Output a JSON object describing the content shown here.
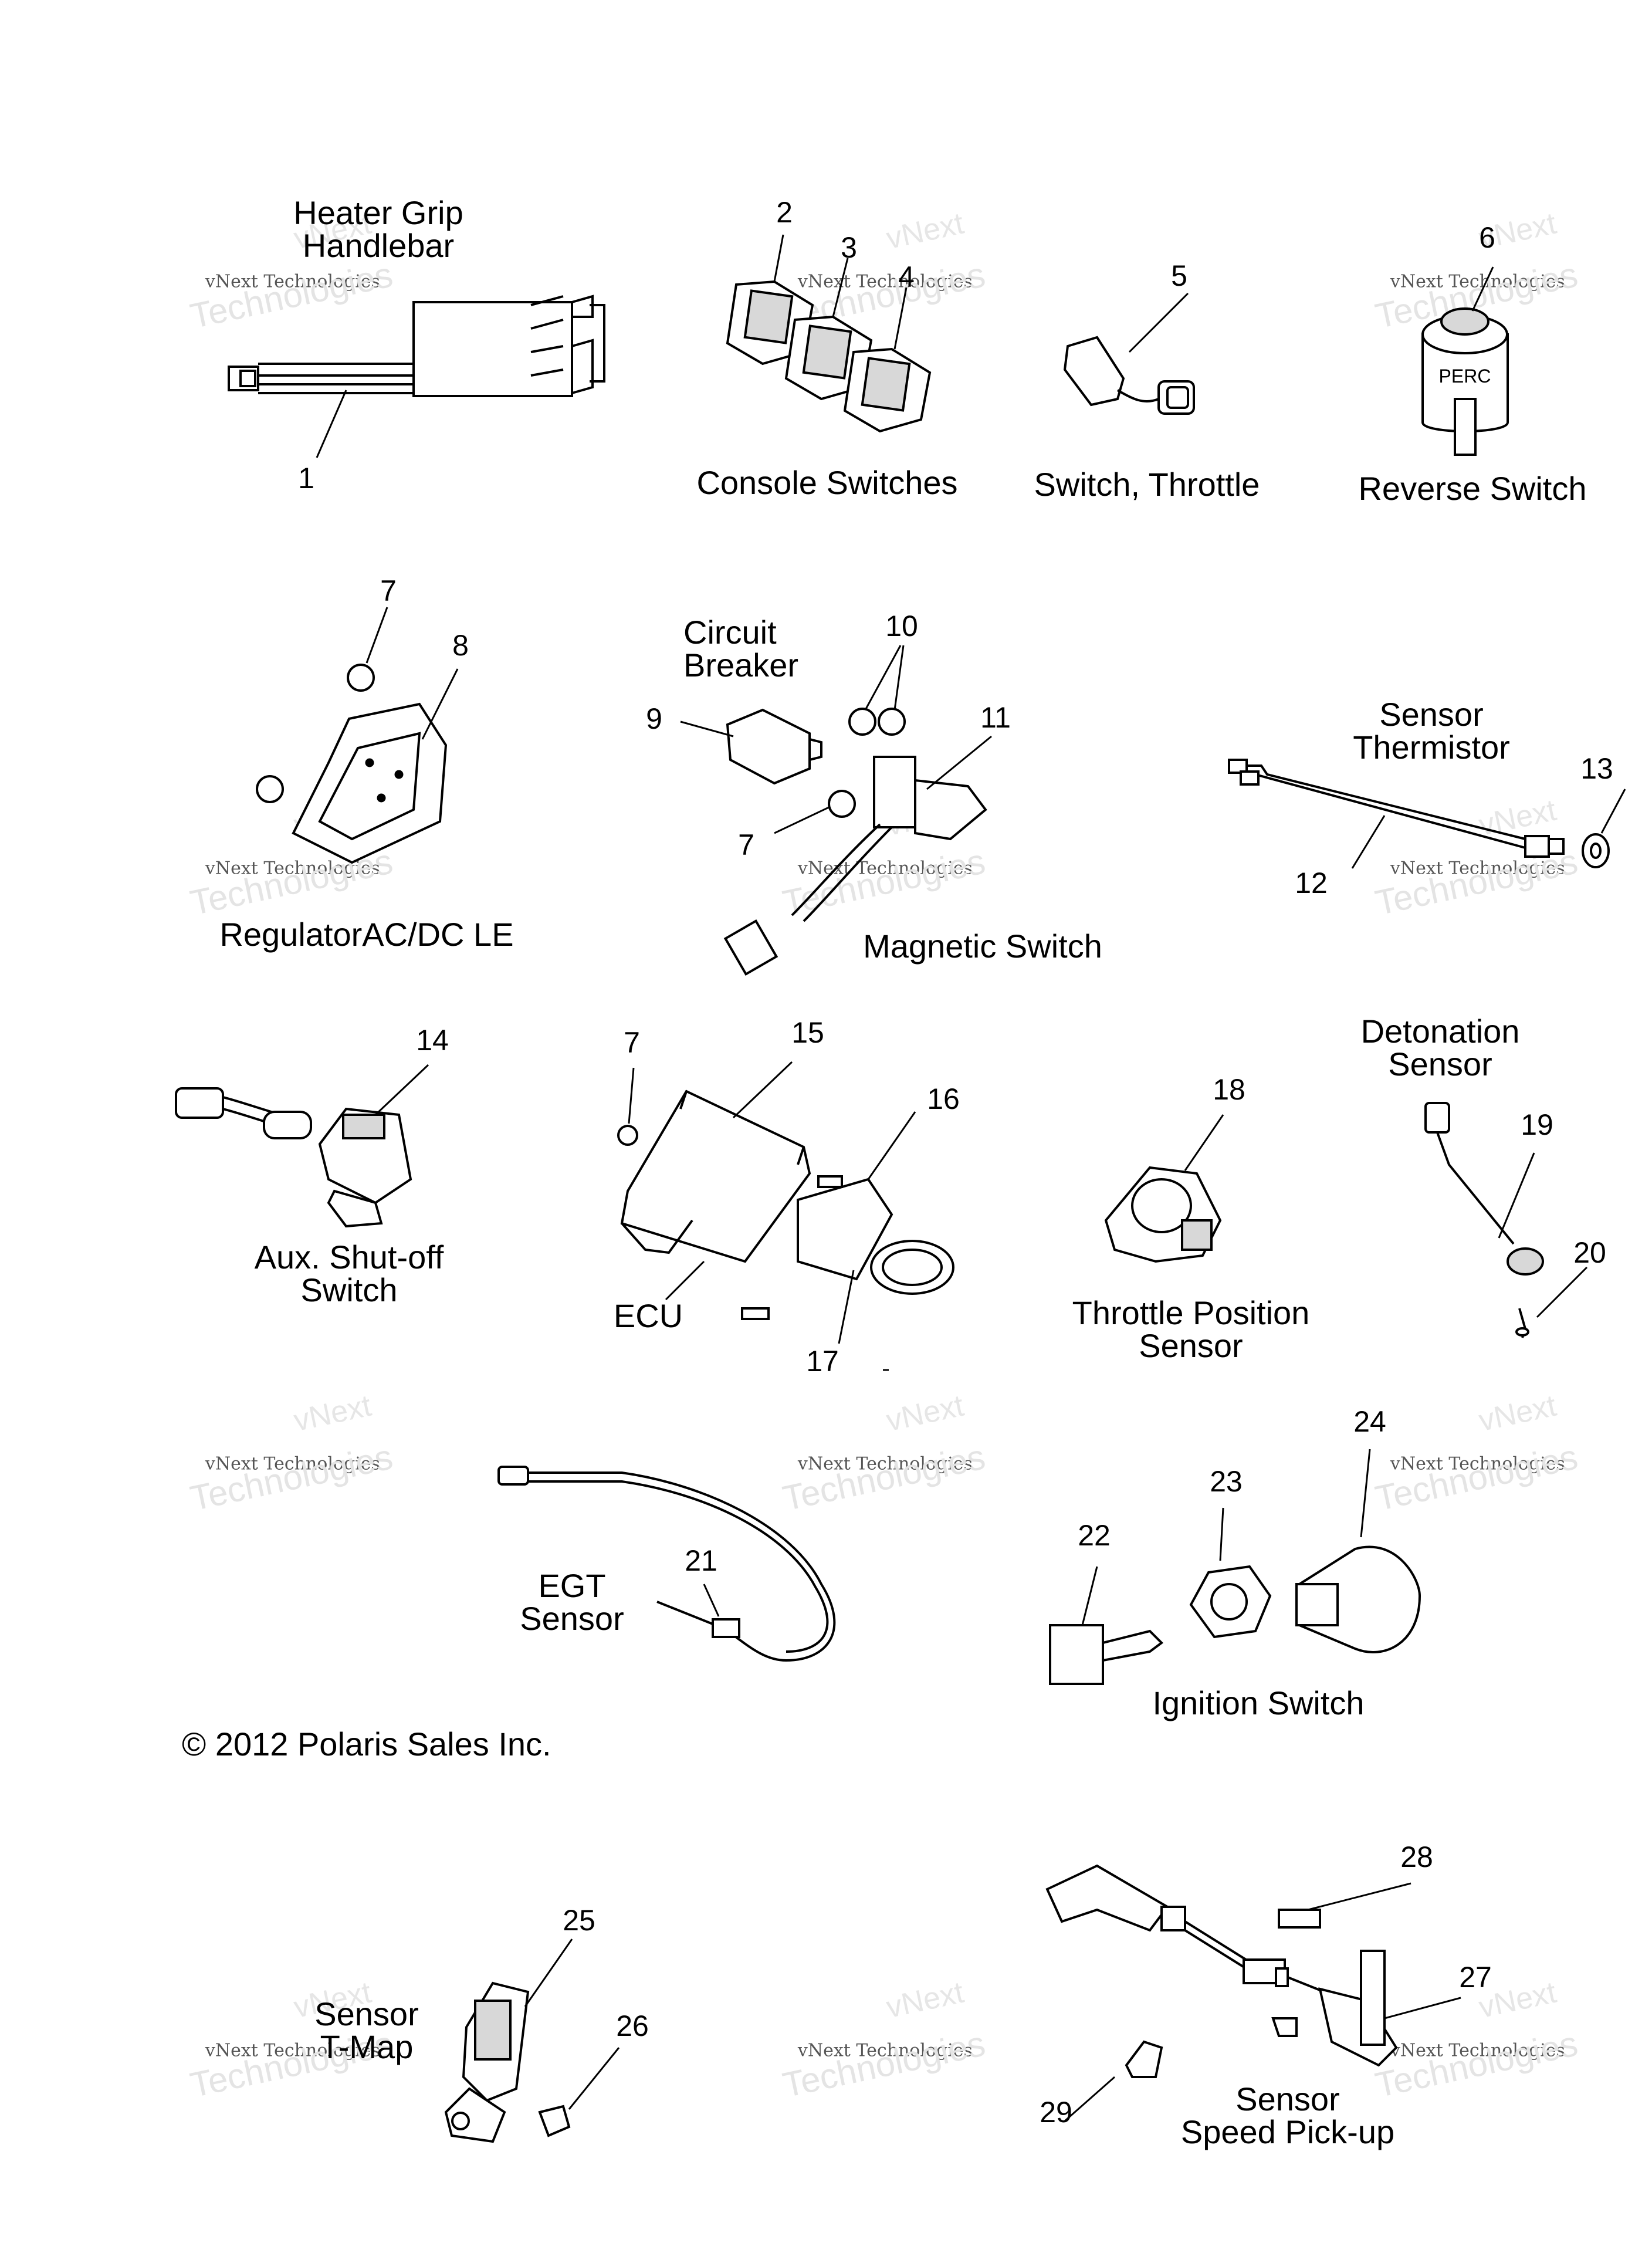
{
  "labels": {
    "heater_grip": "Heater Grip\nHandlebar",
    "console_switches": "Console Switches",
    "switch_throttle": "Switch, Throttle",
    "reverse_switch": "Reverse Switch",
    "perc": "PERC",
    "regulator": "RegulatorAC/DC LE",
    "circuit_breaker": "Circuit\nBreaker",
    "magnetic_switch": "Magnetic Switch",
    "sensor_thermistor": "Sensor\nThermistor",
    "aux_shutoff": "Aux. Shut-off\nSwitch",
    "ecu": "ECU",
    "throttle_position": "Throttle Position\nSensor",
    "detonation": "Detonation\nSensor",
    "egt": "EGT\nSensor",
    "ignition_switch": "Ignition Switch",
    "sensor_tmap": "Sensor\nT-Map",
    "speed_pickup": "Sensor\nSpeed Pick-up"
  },
  "copyright": "© 2012 Polaris Sales Inc.",
  "watermark": {
    "line1": "vNext",
    "line2": "vNext Technologies",
    "line3": "Technologies"
  },
  "part_numbers": {
    "n1": "1",
    "n2": "2",
    "n3": "3",
    "n4": "4",
    "n5": "5",
    "n6": "6",
    "n7a": "7",
    "n7b": "7",
    "n7c": "7",
    "n8": "8",
    "n9": "9",
    "n10": "10",
    "n11": "11",
    "n12": "12",
    "n13": "13",
    "n14": "14",
    "n15": "15",
    "n16": "16",
    "n17": "17",
    "n18": "18",
    "n19": "19",
    "n20": "20",
    "n21": "21",
    "n22": "22",
    "n23": "23",
    "n24": "24",
    "n25": "25",
    "n26": "26",
    "n27": "27",
    "n28": "28",
    "n29": "29"
  }
}
